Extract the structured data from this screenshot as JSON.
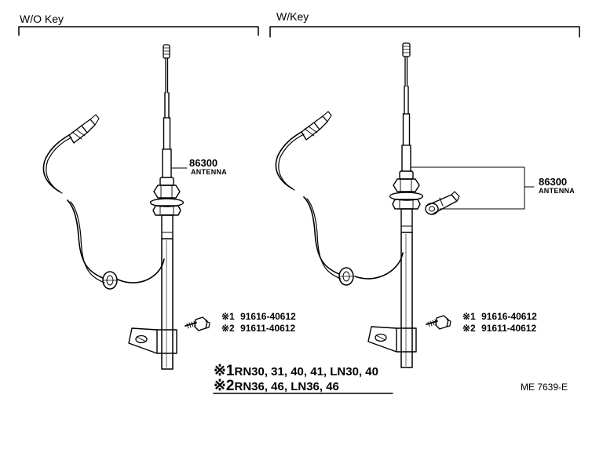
{
  "sections": [
    {
      "header": "W/O Key",
      "part_number": "86300",
      "part_name": "ANTENNA",
      "fasteners": [
        {
          "mark": "※1",
          "number": "91616-40612"
        },
        {
          "mark": "※2",
          "number": "91611-40612"
        }
      ]
    },
    {
      "header": "W/Key",
      "part_number": "86300",
      "part_name": "ANTENNA",
      "fasteners": [
        {
          "mark": "※1",
          "number": "91616-40612"
        },
        {
          "mark": "※2",
          "number": "91611-40612"
        }
      ]
    }
  ],
  "notes": [
    {
      "mark": "※1",
      "text": "RN30, 31, 40, 41, LN30, 40"
    },
    {
      "mark": "※2",
      "text": "RN36, 46, LN36, 46"
    }
  ],
  "diagram_code": "ME 7639-E"
}
